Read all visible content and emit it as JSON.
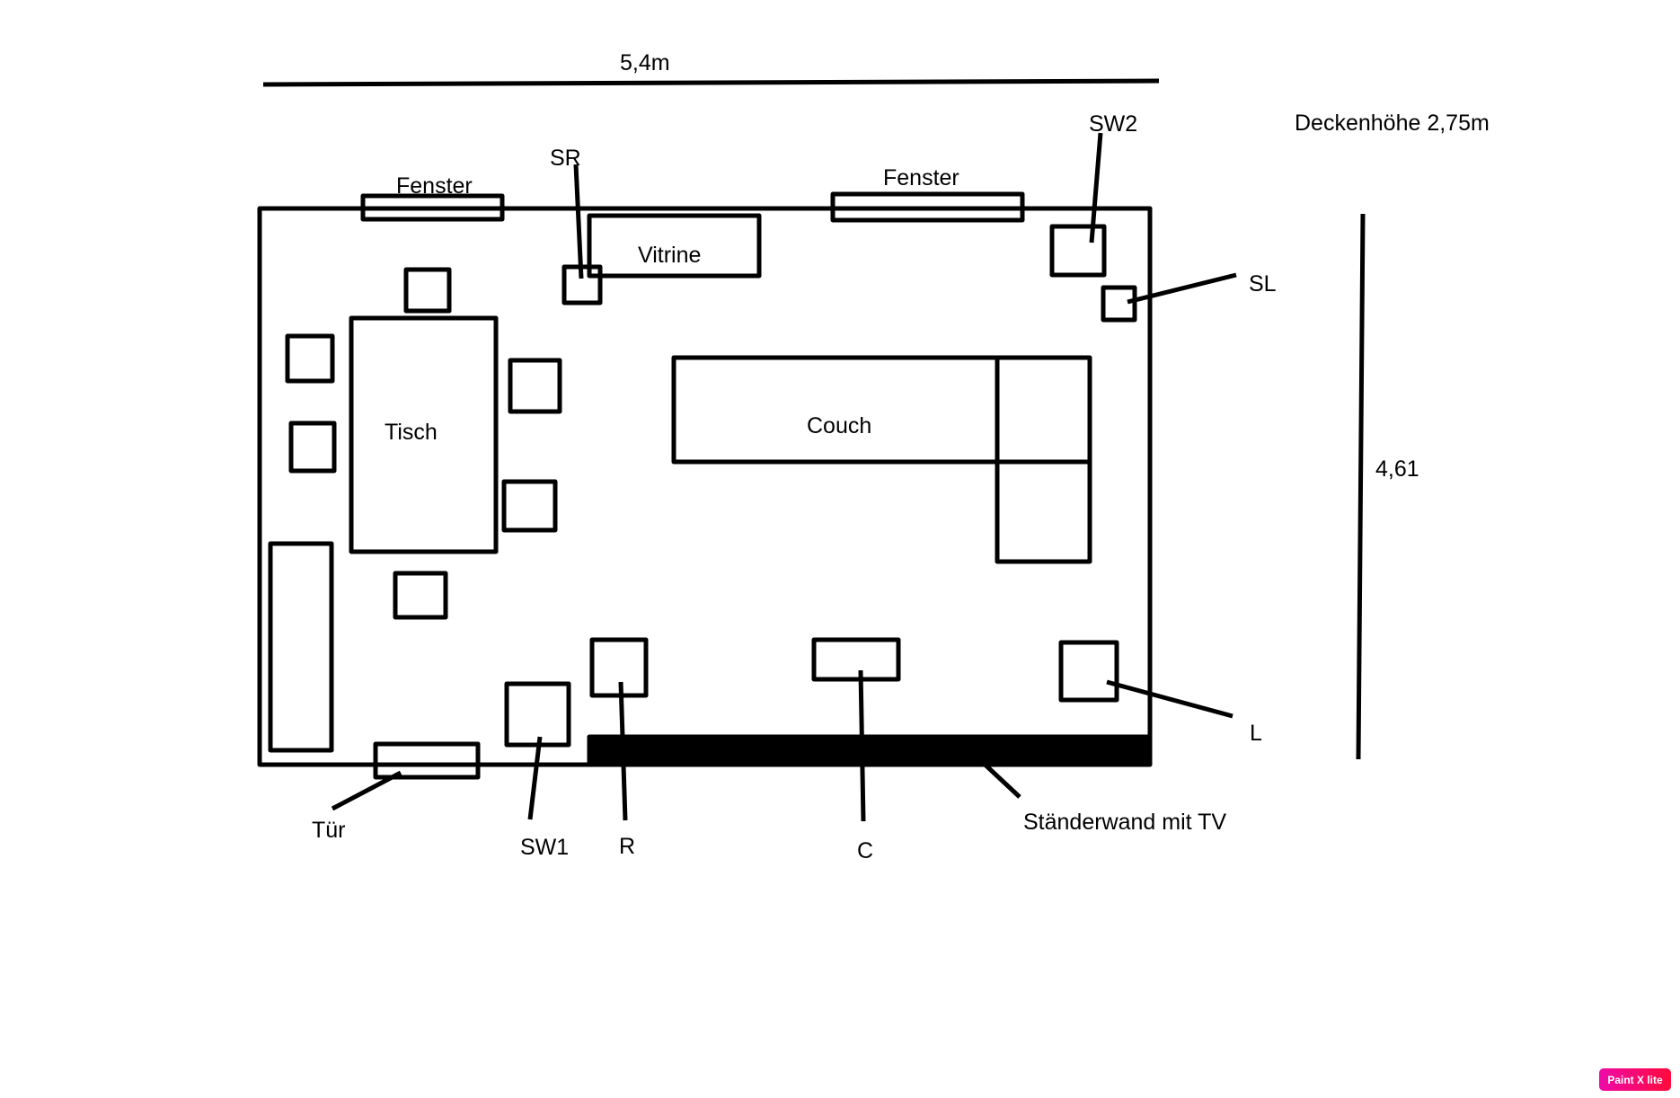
{
  "plan": {
    "width_label": "5,4m",
    "height_label": "4,61",
    "ceiling_label": "Deckenhöhe 2,75m"
  },
  "furniture": {
    "window_top_left": "Fenster",
    "window_top_right": "Fenster",
    "display_cabinet": "Vitrine",
    "table": "Tisch",
    "couch": "Couch"
  },
  "markers": {
    "sr": "SR",
    "sw2": "SW2",
    "sl": "SL",
    "door": "Tür",
    "sw1": "SW1",
    "r": "R",
    "c": "C",
    "l": "L",
    "tv_wall": "Ständerwand mit TV"
  },
  "app_badge": "Paint X lite",
  "colors": {
    "stroke": "#000000",
    "badge_start": "#ee0aa8",
    "badge_end": "#ff0a3c"
  }
}
